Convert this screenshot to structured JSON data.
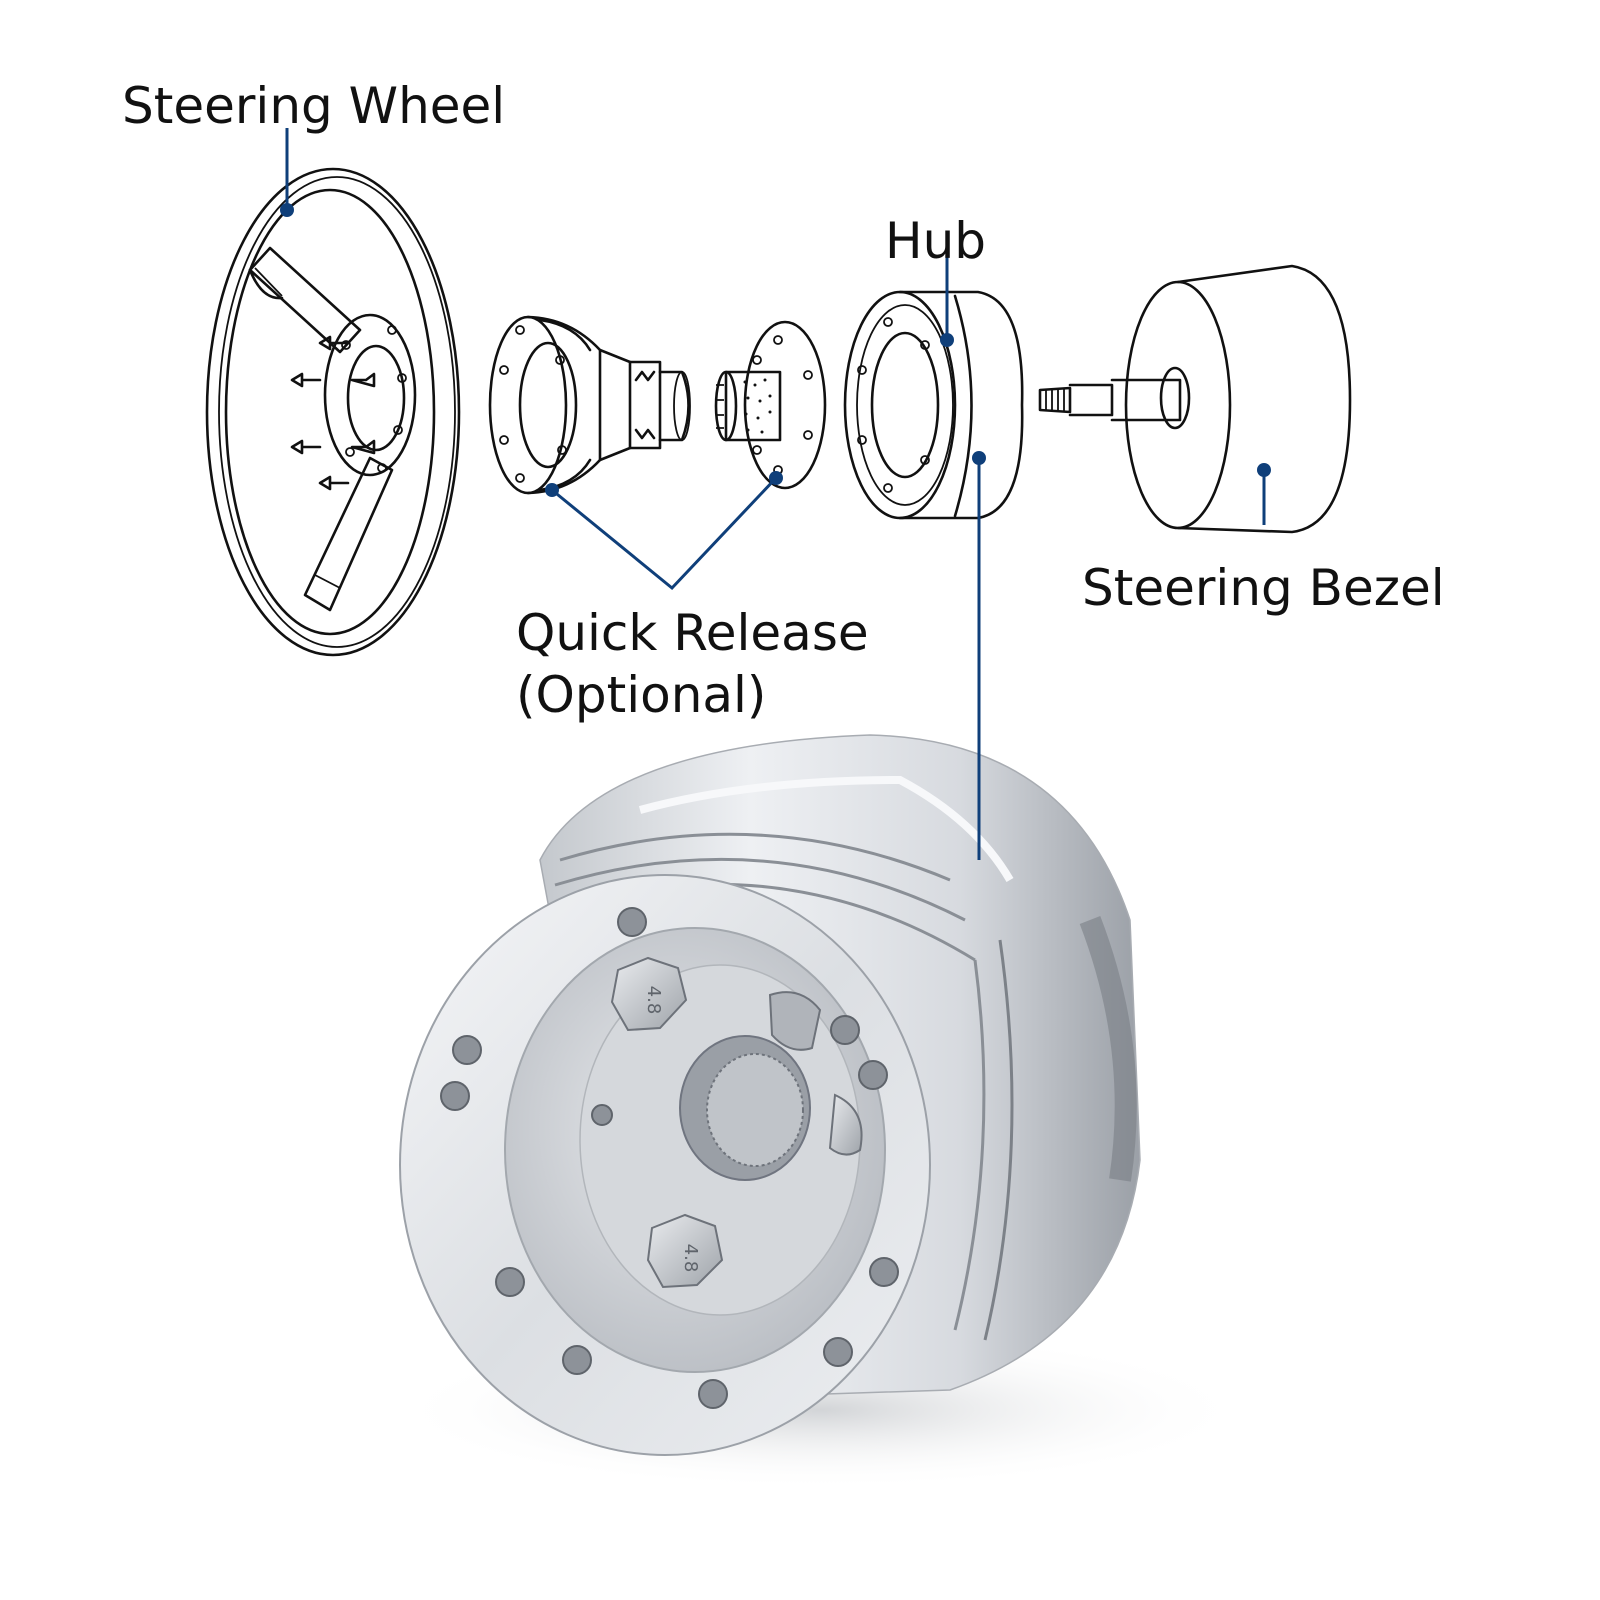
{
  "labels": {
    "steering_wheel": "Steering Wheel",
    "hub": "Hub",
    "steering_bezel": "Steering Bezel",
    "quick_release_line1": "Quick Release",
    "quick_release_line2": "(Optional)"
  },
  "bolt_marking": "4.8",
  "colors": {
    "leader": "#0f3f7a",
    "line_art": "#111111",
    "aluminum_light": "#eef0f3",
    "aluminum_mid": "#c9ccd1",
    "aluminum_dark": "#8e939a"
  }
}
